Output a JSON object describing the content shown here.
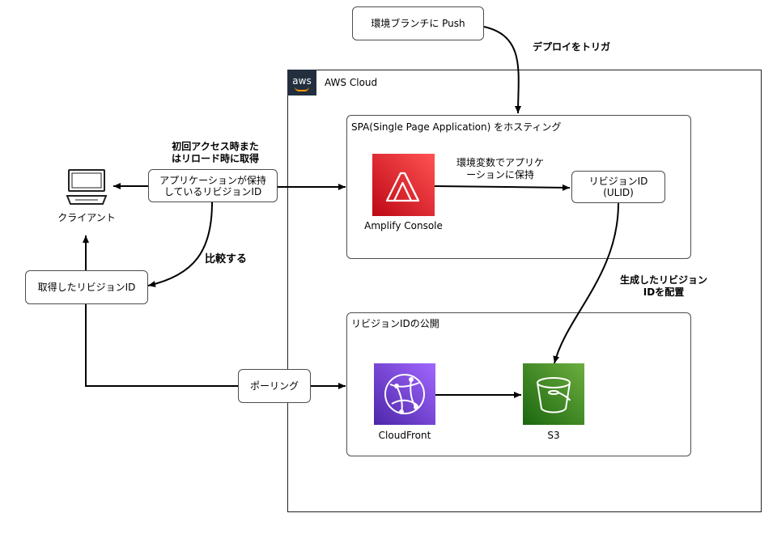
{
  "nodes": {
    "push": "環境ブランチに Push",
    "app_revision": "アプリケーションが保持\nしているリビジョンID",
    "fetched_revision": "取得したリビジョンID",
    "revision_ulid": "リビジョンID\n(ULID)",
    "polling": "ポーリング",
    "client": "クライアント"
  },
  "groups": {
    "aws": "AWS Cloud",
    "aws_logo": "aws",
    "spa": "SPA(Single Page Application) をホスティング",
    "publish": "リビジョンIDの公開"
  },
  "services": {
    "amplify": "Amplify Console",
    "cloudfront": "CloudFront",
    "s3": "S3"
  },
  "edge_labels": {
    "trigger": "デプロイをトリガ",
    "first_access": "初回アクセス時また\nはリロード時に取得",
    "env_var": "環境変数でアプリケ\nーションに保持",
    "compare": "比較する",
    "generated": "生成したリビジョン\nIDを配置"
  },
  "colors": {
    "amplify": "#dd344c",
    "cloudfront": "#8c4fff",
    "s3": "#3f8624",
    "aws_logo_bg": "#232f3e"
  }
}
